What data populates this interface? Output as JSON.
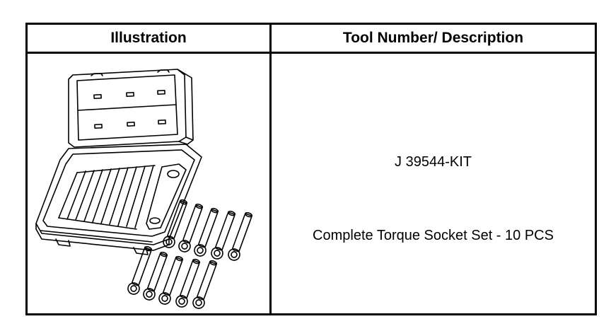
{
  "table": {
    "headers": {
      "illustration": "Illustration",
      "tool": "Tool Number/ Description"
    },
    "rows": [
      {
        "tool_number": "J 39544-KIT",
        "description": "Complete Torque Socket Set - 10 PCS"
      }
    ]
  }
}
